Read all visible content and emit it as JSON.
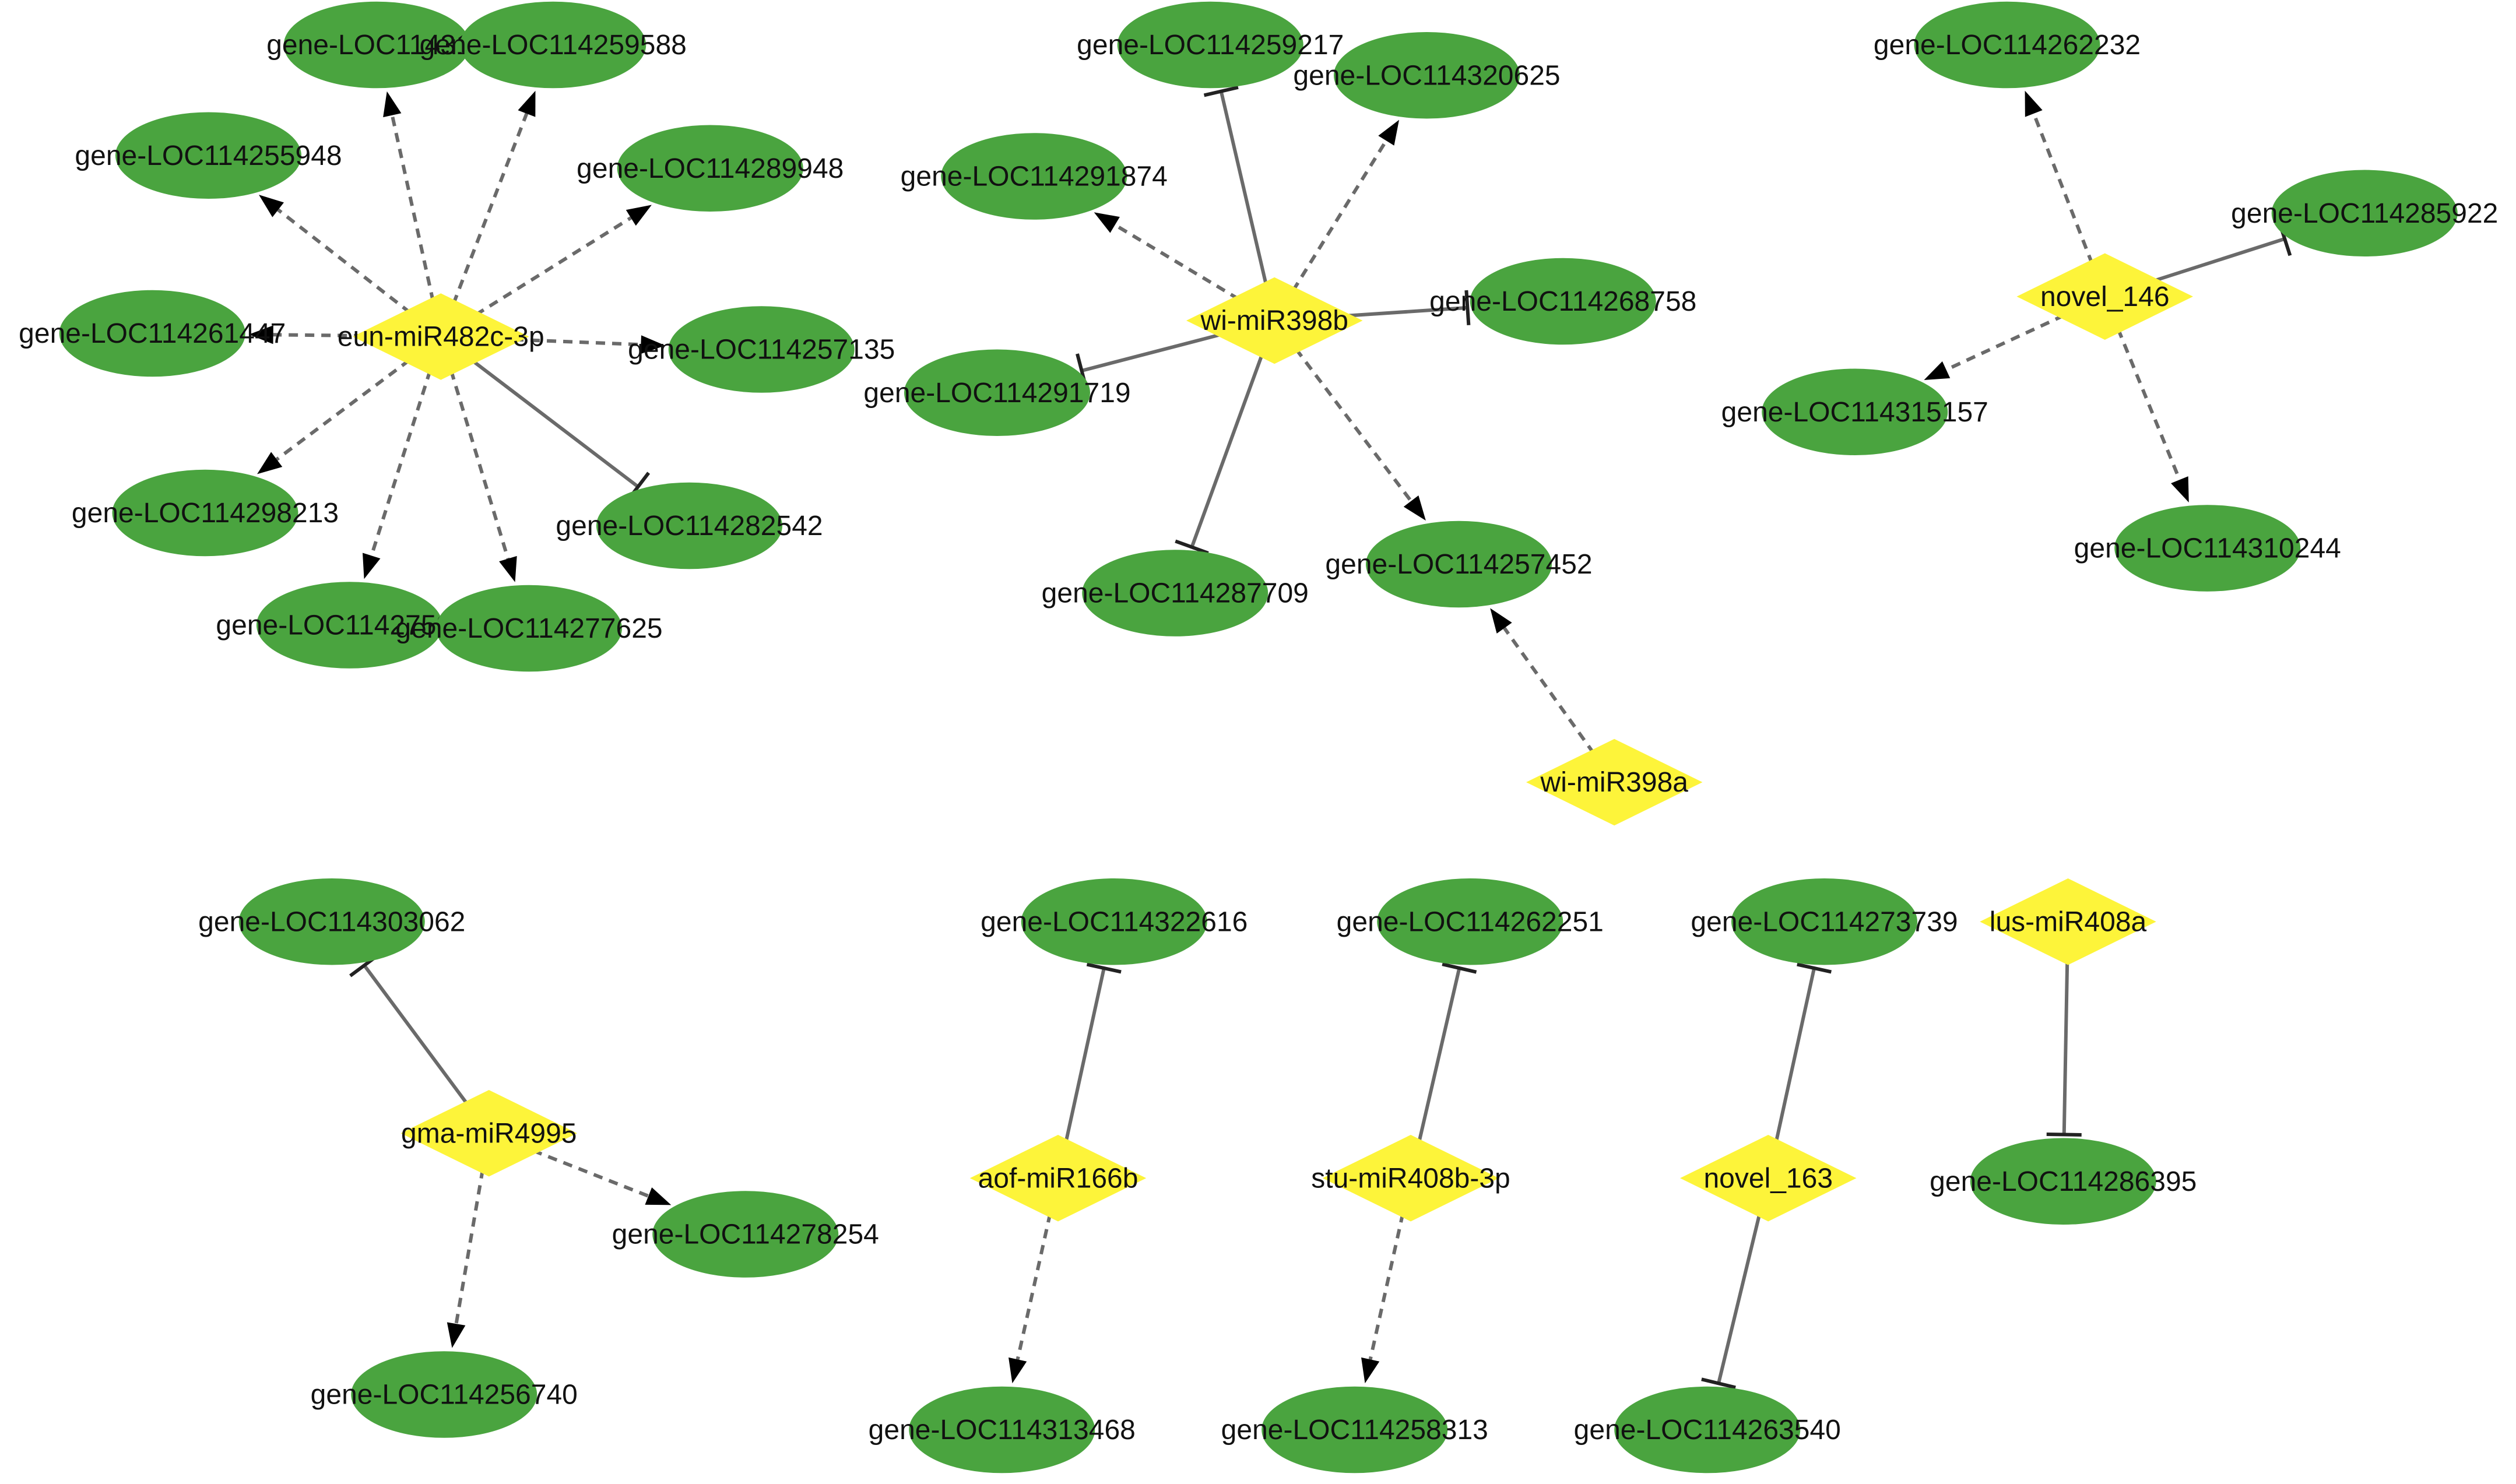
{
  "colors": {
    "gene_fill": "#4aa43f",
    "mirna_fill": "#fdf43a",
    "edge_stroke": "#6a6a6a",
    "arrow_fill": "#000000"
  },
  "nodes": [
    {
      "id": "miR482c",
      "kind": "mirna",
      "label": "eun-miR482c-3p"
    },
    {
      "id": "g_a",
      "kind": "gene",
      "label": "gene-LOC114312"
    },
    {
      "id": "g_b",
      "kind": "gene",
      "label": "gene-LOC114259588"
    },
    {
      "id": "g_c",
      "kind": "gene",
      "label": "gene-LOC114255948"
    },
    {
      "id": "g_d",
      "kind": "gene",
      "label": "gene-LOC114289948"
    },
    {
      "id": "g_e",
      "kind": "gene",
      "label": "gene-LOC114261447"
    },
    {
      "id": "g_f",
      "kind": "gene",
      "label": "gene-LOC114257135"
    },
    {
      "id": "g_g",
      "kind": "gene",
      "label": "gene-LOC114298213"
    },
    {
      "id": "g_h",
      "kind": "gene",
      "label": "gene-LOC114282542"
    },
    {
      "id": "g_i",
      "kind": "gene",
      "label": "gene-LOC114275908"
    },
    {
      "id": "g_j",
      "kind": "gene",
      "label": "gene-LOC114277625"
    },
    {
      "id": "miR398b",
      "kind": "mirna",
      "label": "wi-miR398b"
    },
    {
      "id": "g_k",
      "kind": "gene",
      "label": "gene-LOC114259217"
    },
    {
      "id": "g_l",
      "kind": "gene",
      "label": "gene-LOC114320625"
    },
    {
      "id": "g_m",
      "kind": "gene",
      "label": "gene-LOC114291874"
    },
    {
      "id": "g_n",
      "kind": "gene",
      "label": "gene-LOC114268758"
    },
    {
      "id": "g_o",
      "kind": "gene",
      "label": "gene-LOC114291719"
    },
    {
      "id": "g_p",
      "kind": "gene",
      "label": "gene-LOC114287709"
    },
    {
      "id": "g_q",
      "kind": "gene",
      "label": "gene-LOC114257452"
    },
    {
      "id": "miR398a",
      "kind": "mirna",
      "label": "wi-miR398a"
    },
    {
      "id": "novel146",
      "kind": "mirna",
      "label": "novel_146"
    },
    {
      "id": "g_r",
      "kind": "gene",
      "label": "gene-LOC114262232"
    },
    {
      "id": "g_s",
      "kind": "gene",
      "label": "gene-LOC114285922"
    },
    {
      "id": "g_t",
      "kind": "gene",
      "label": "gene-LOC114315157"
    },
    {
      "id": "g_u",
      "kind": "gene",
      "label": "gene-LOC114310244"
    },
    {
      "id": "miR4995",
      "kind": "mirna",
      "label": "gma-miR4995"
    },
    {
      "id": "g_v",
      "kind": "gene",
      "label": "gene-LOC114303062"
    },
    {
      "id": "g_w",
      "kind": "gene",
      "label": "gene-LOC114278254"
    },
    {
      "id": "g_x",
      "kind": "gene",
      "label": "gene-LOC114256740"
    },
    {
      "id": "miR166b",
      "kind": "mirna",
      "label": "aof-miR166b"
    },
    {
      "id": "g_y",
      "kind": "gene",
      "label": "gene-LOC114322616"
    },
    {
      "id": "g_z",
      "kind": "gene",
      "label": "gene-LOC114313468"
    },
    {
      "id": "miR408b",
      "kind": "mirna",
      "label": "stu-miR408b-3p"
    },
    {
      "id": "g_aa",
      "kind": "gene",
      "label": "gene-LOC114262251"
    },
    {
      "id": "g_ab",
      "kind": "gene",
      "label": "gene-LOC114258313"
    },
    {
      "id": "novel163",
      "kind": "mirna",
      "label": "novel_163"
    },
    {
      "id": "g_ac",
      "kind": "gene",
      "label": "gene-LOC114273739"
    },
    {
      "id": "g_ad",
      "kind": "gene",
      "label": "gene-LOC114263540"
    },
    {
      "id": "miR408a",
      "kind": "mirna",
      "label": "lus-miR408a"
    },
    {
      "id": "g_ae",
      "kind": "gene",
      "label": "gene-LOC114286395"
    }
  ],
  "edges": [
    {
      "from": "miR482c",
      "to": "g_a",
      "type": "activation"
    },
    {
      "from": "miR482c",
      "to": "g_b",
      "type": "activation"
    },
    {
      "from": "miR482c",
      "to": "g_c",
      "type": "activation"
    },
    {
      "from": "miR482c",
      "to": "g_d",
      "type": "activation"
    },
    {
      "from": "miR482c",
      "to": "g_e",
      "type": "activation"
    },
    {
      "from": "miR482c",
      "to": "g_f",
      "type": "activation"
    },
    {
      "from": "miR482c",
      "to": "g_g",
      "type": "activation"
    },
    {
      "from": "miR482c",
      "to": "g_h",
      "type": "inhibition"
    },
    {
      "from": "miR482c",
      "to": "g_i",
      "type": "activation"
    },
    {
      "from": "miR482c",
      "to": "g_j",
      "type": "activation"
    },
    {
      "from": "miR398b",
      "to": "g_k",
      "type": "inhibition"
    },
    {
      "from": "miR398b",
      "to": "g_l",
      "type": "activation"
    },
    {
      "from": "miR398b",
      "to": "g_m",
      "type": "activation"
    },
    {
      "from": "miR398b",
      "to": "g_n",
      "type": "inhibition"
    },
    {
      "from": "miR398b",
      "to": "g_o",
      "type": "inhibition"
    },
    {
      "from": "miR398b",
      "to": "g_p",
      "type": "inhibition"
    },
    {
      "from": "miR398b",
      "to": "g_q",
      "type": "activation"
    },
    {
      "from": "miR398a",
      "to": "g_q",
      "type": "activation"
    },
    {
      "from": "novel146",
      "to": "g_r",
      "type": "activation"
    },
    {
      "from": "novel146",
      "to": "g_s",
      "type": "inhibition"
    },
    {
      "from": "novel146",
      "to": "g_t",
      "type": "activation"
    },
    {
      "from": "novel146",
      "to": "g_u",
      "type": "activation"
    },
    {
      "from": "miR4995",
      "to": "g_v",
      "type": "inhibition"
    },
    {
      "from": "miR4995",
      "to": "g_w",
      "type": "activation"
    },
    {
      "from": "miR4995",
      "to": "g_x",
      "type": "activation"
    },
    {
      "from": "miR166b",
      "to": "g_y",
      "type": "inhibition"
    },
    {
      "from": "miR166b",
      "to": "g_z",
      "type": "activation"
    },
    {
      "from": "miR408b",
      "to": "g_aa",
      "type": "inhibition"
    },
    {
      "from": "miR408b",
      "to": "g_ab",
      "type": "activation"
    },
    {
      "from": "novel163",
      "to": "g_ac",
      "type": "inhibition"
    },
    {
      "from": "novel163",
      "to": "g_ad",
      "type": "inhibition"
    },
    {
      "from": "miR408a",
      "to": "g_ae",
      "type": "inhibition"
    }
  ]
}
